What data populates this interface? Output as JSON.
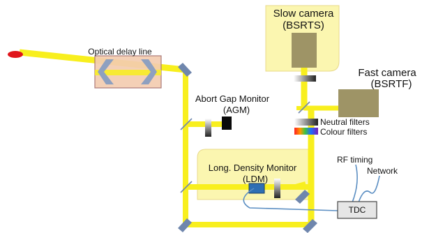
{
  "labels": {
    "optical_delay_line": "Optical delay line",
    "slow_camera_name": "Slow camera",
    "slow_camera_code": "(BSRTS)",
    "fast_camera_name": "Fast camera",
    "fast_camera_code": "(BSRTF)",
    "agm_name": "Abort Gap Monitor",
    "agm_code": "(AGM)",
    "neutral_filters": "Neutral filters",
    "colour_filters": "Colour filters",
    "ldm_name": "Long. Density Monitor",
    "ldm_code": "(LDM)",
    "rf_timing": "RF timing",
    "network": "Network",
    "tdc": "TDC"
  },
  "colors": {
    "beam": "#f8ef1e",
    "source": "#e0151b",
    "panel_fill": "#fbf6b0",
    "panel_stroke": "#e8d98a",
    "delay_box": "#f4cdb0",
    "camera_body": "#9e9466",
    "mirror": "#6f86ad",
    "cable": "#5b8ec2",
    "ldm_box": "#2f6fb4",
    "tdc_box": "#e6e6e6"
  }
}
